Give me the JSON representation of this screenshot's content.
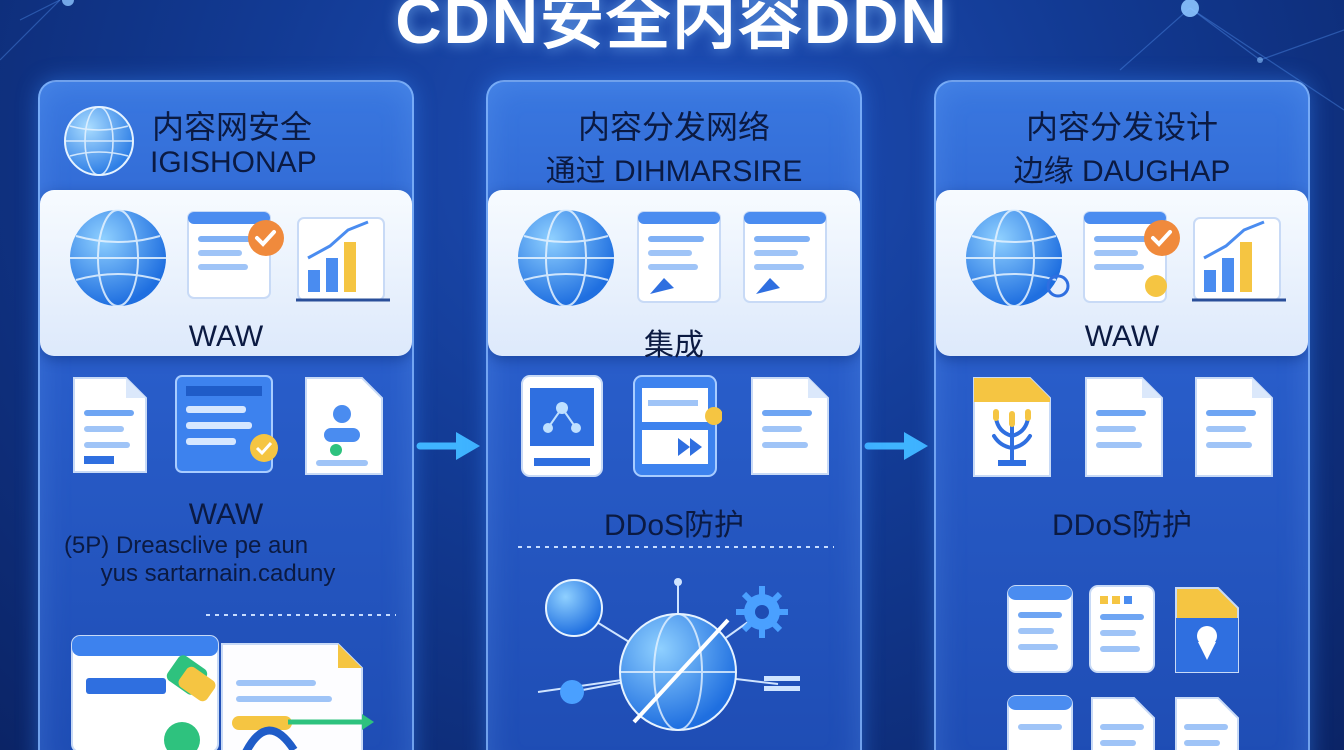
{
  "title": "CDN安全内容DDN",
  "columns": [
    {
      "title": "内容网安全",
      "subtitle": "IGISHONAP",
      "panel_label": "WAW",
      "section_label": "WAW",
      "note_line1": "(5P) Dreasclive pe aun",
      "note_line2": "yus sartarnain.caduny"
    },
    {
      "title": "内容分发网络",
      "subtitle": "通过 DIHMARSIRE",
      "panel_label": "集成",
      "section_label": "DDoS防护"
    },
    {
      "title": "内容分发设计",
      "subtitle": "边缘 DAUGHAP",
      "panel_label": "WAW",
      "section_label": "DDoS防护"
    }
  ],
  "colors": {
    "background": "#123a93",
    "card": "#2a5fcc",
    "panel": "#eef4fd",
    "accent_orange": "#f08a3c",
    "accent_yellow": "#f5c542",
    "accent_green": "#2ec27e"
  },
  "icons": [
    "globe-icon",
    "document-icon",
    "checkmark-icon",
    "bar-chart-icon",
    "flow-arrow-icon",
    "network-hub-icon",
    "gear-icon"
  ]
}
